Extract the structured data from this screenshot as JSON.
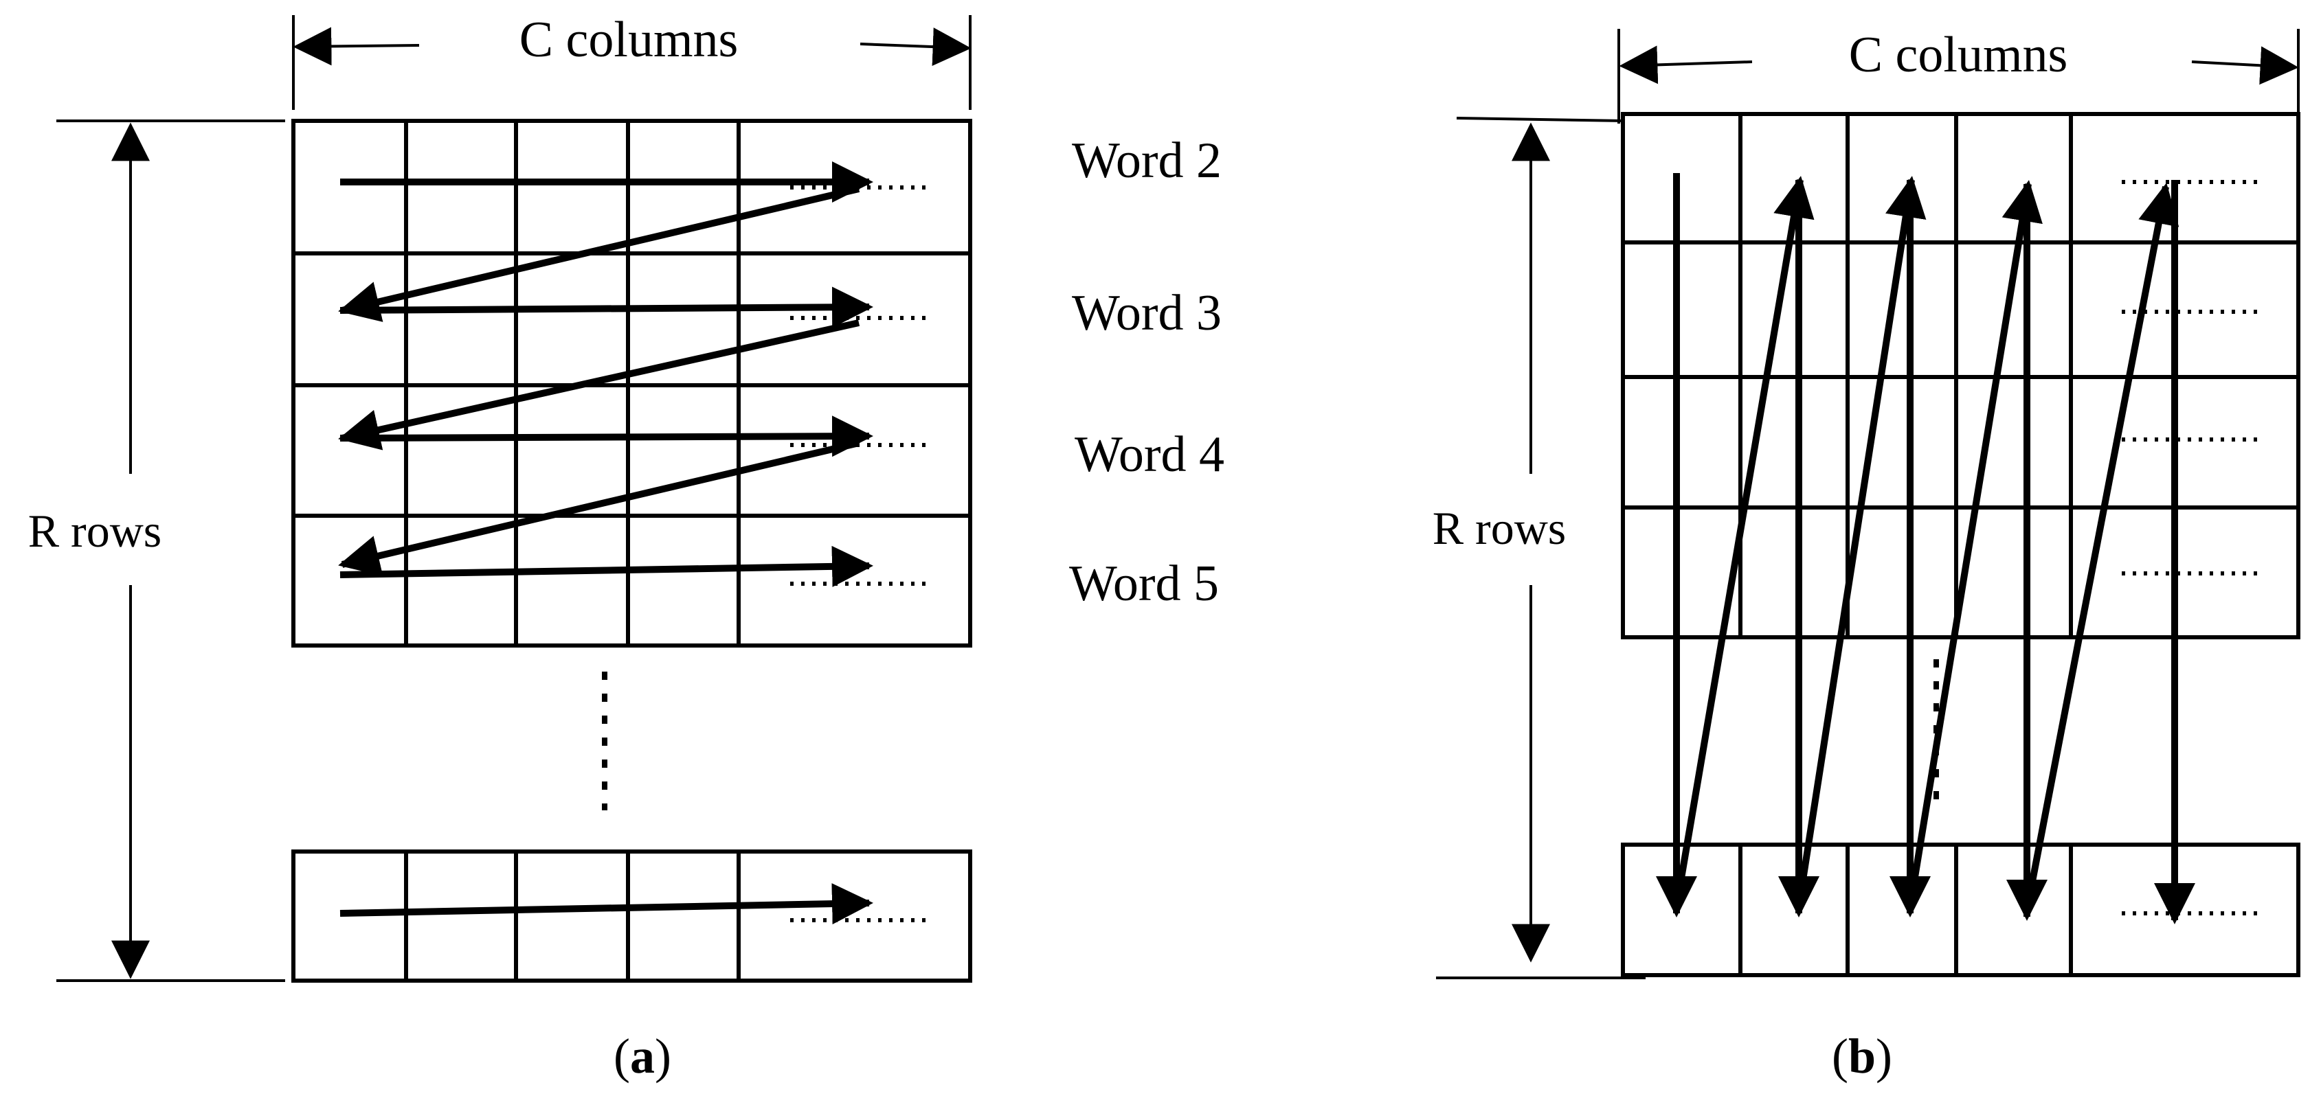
{
  "panels": [
    {
      "id": "a",
      "columns_label": "C columns",
      "rows_label": "R rows",
      "word_labels": [
        "Word 2",
        "Word 3",
        "Word 4",
        "Word 5"
      ],
      "caption_open": "(",
      "caption_letter": "a",
      "caption_close": ")"
    },
    {
      "id": "b",
      "columns_label": "C columns",
      "rows_label": "R rows",
      "caption_open": "(",
      "caption_letter": "b",
      "caption_close": ")"
    }
  ]
}
